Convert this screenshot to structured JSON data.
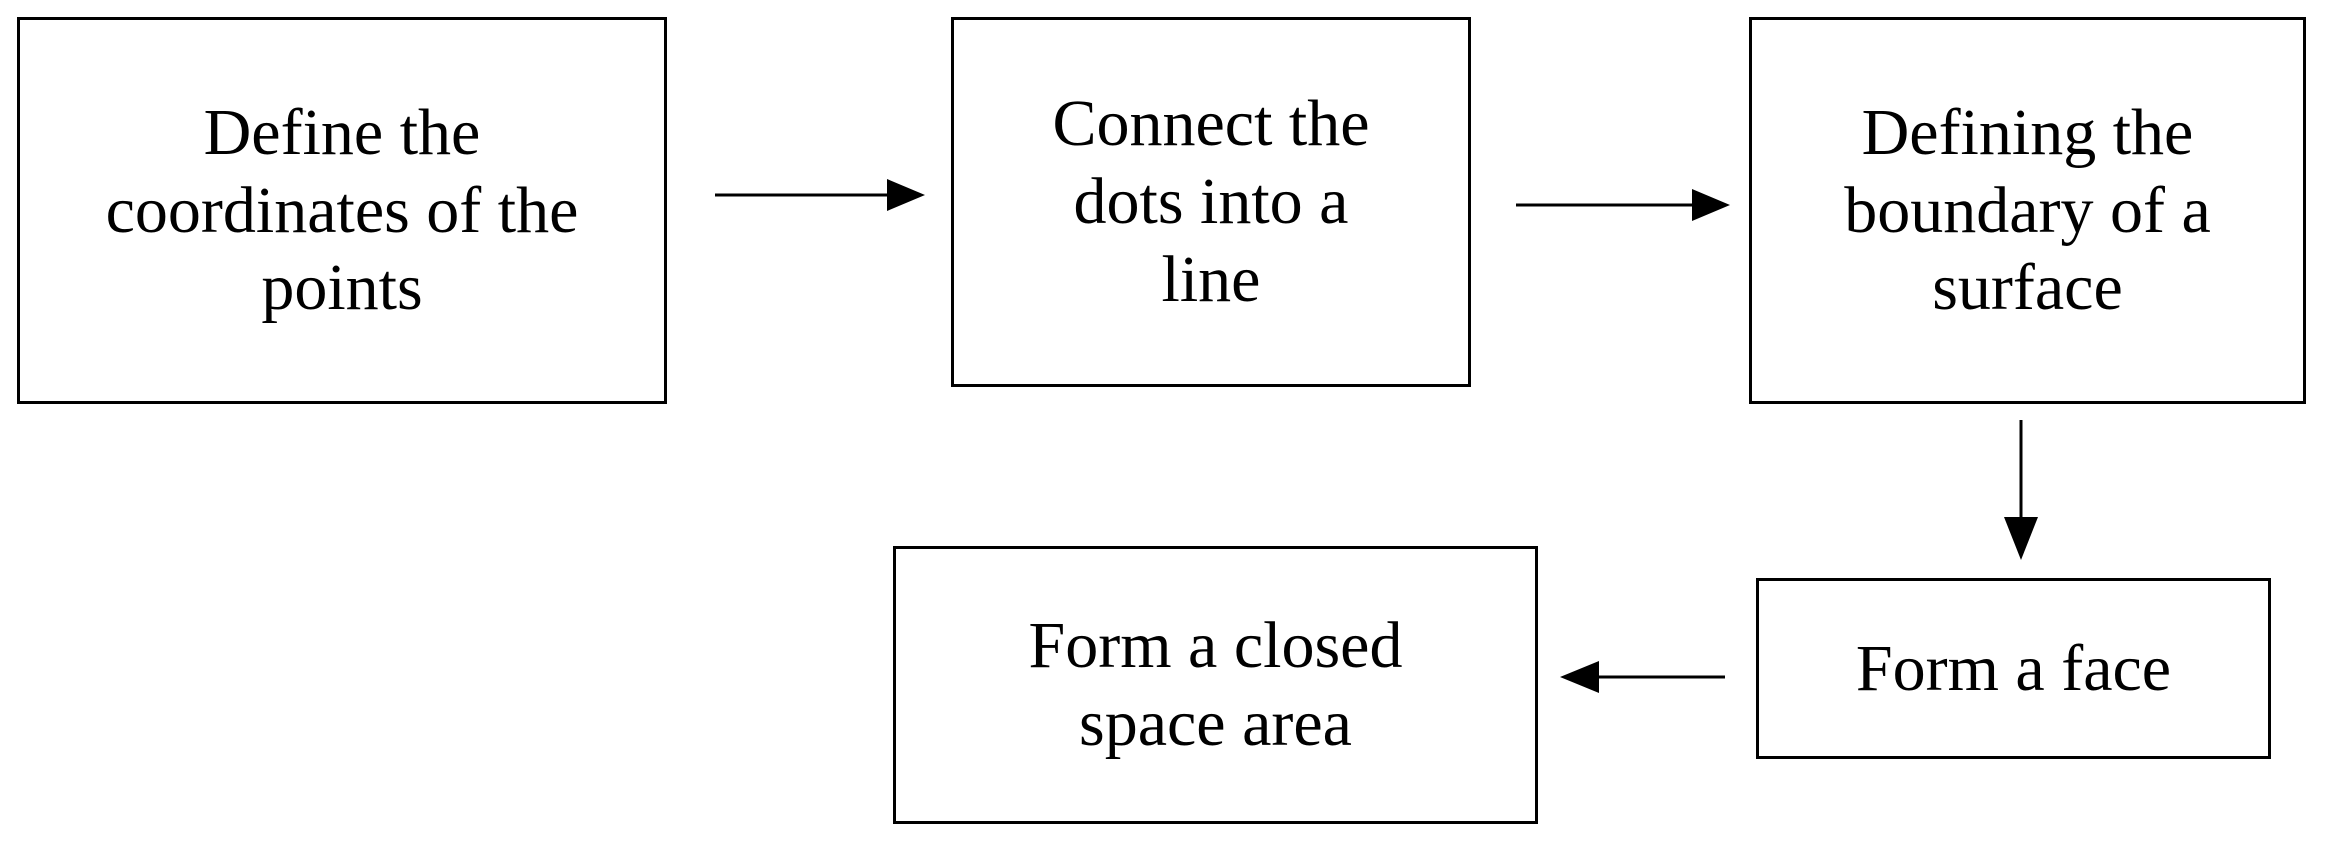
{
  "diagram": {
    "steps": [
      {
        "id": "step-define-coordinates",
        "label": "Define the\ncoordinates of the\npoints"
      },
      {
        "id": "step-connect-dots",
        "label": "Connect the\ndots into a\nline"
      },
      {
        "id": "step-define-boundary",
        "label": "Defining the\nboundary of a\nsurface"
      },
      {
        "id": "step-form-face",
        "label": "Form a face"
      },
      {
        "id": "step-closed-space",
        "label": "Form a closed\nspace area"
      }
    ],
    "edges": [
      {
        "from": "step-define-coordinates",
        "to": "step-connect-dots"
      },
      {
        "from": "step-connect-dots",
        "to": "step-define-boundary"
      },
      {
        "from": "step-define-boundary",
        "to": "step-form-face"
      },
      {
        "from": "step-form-face",
        "to": "step-closed-space"
      }
    ],
    "colors": {
      "stroke": "#000000",
      "background": "#ffffff",
      "text": "#000000"
    }
  }
}
